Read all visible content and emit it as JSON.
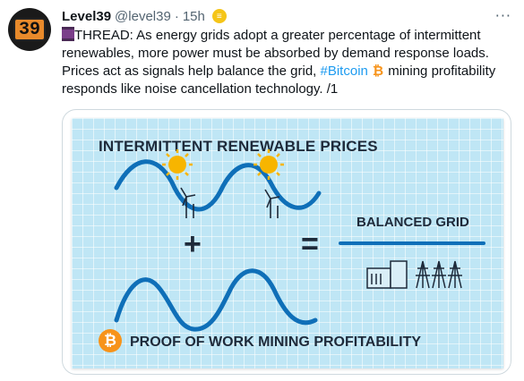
{
  "tweet": {
    "display_name": "Level39",
    "handle": "@level39",
    "separator": "·",
    "time": "15h",
    "avatar_text": "39",
    "status_emoji": "≡",
    "more_label": "···",
    "text_part1": "THREAD: As energy grids adopt a greater percentage of intermittent renewables, more power must be absorbed by demand response loads. Prices act as signals help balance the grid, ",
    "hashtag": "#Bitcoin",
    "btc_symbol": "₿",
    "text_part2": "  mining profitability responds like noise cancellation technology.  /1"
  },
  "infographic": {
    "title": "INTERMITTENT RENEWABLE PRICES",
    "plus": "+",
    "equals": "=",
    "balanced_label": "BALANCED GRID",
    "pow_label": "PROOF OF WORK MINING PROFITABILITY",
    "btc_symbol": "₿"
  },
  "colors": {
    "wave": "#0f6fb8",
    "sun": "#f7b500",
    "background": "#bfe6f5",
    "bitcoin": "#f7931a",
    "hashtag": "#1d9bf0"
  }
}
